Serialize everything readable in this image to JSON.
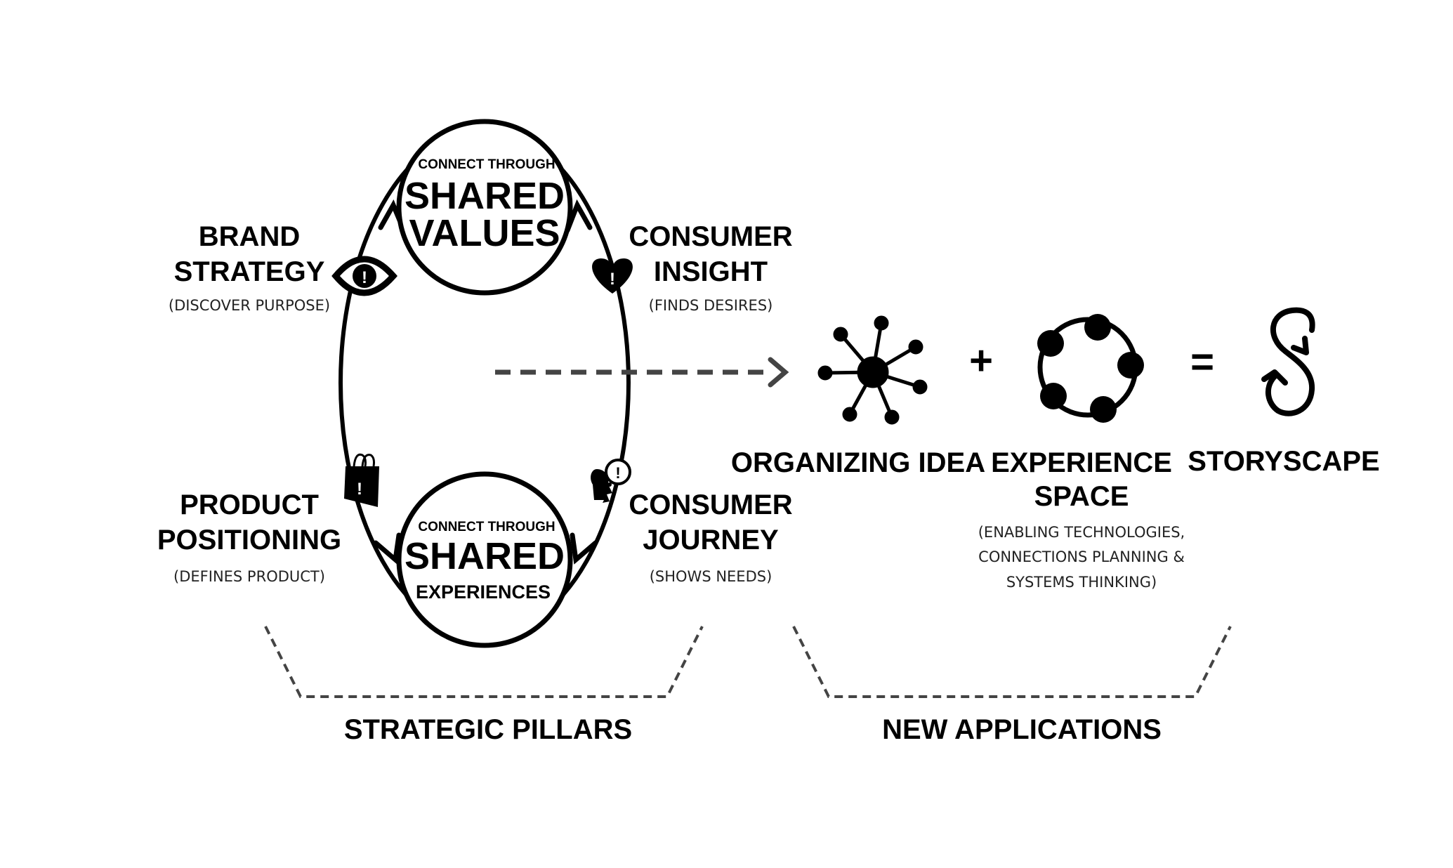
{
  "top_circle": {
    "line1": "CONNECT THROUGH",
    "line2": "SHARED",
    "line3": "VALUES"
  },
  "bottom_circle": {
    "line1": "CONNECT THROUGH",
    "line2": "SHARED",
    "line3": "EXPERIENCES"
  },
  "brand_strategy": {
    "line1": "BRAND",
    "line2": "STRATEGY",
    "sub": "(DISCOVER PURPOSE)"
  },
  "consumer_insight": {
    "line1": "CONSUMER",
    "line2": "INSIGHT",
    "sub": "(FINDS DESIRES)"
  },
  "product_positioning": {
    "line1": "PRODUCT",
    "line2": "POSITIONING",
    "sub": "(DEFINES PRODUCT)"
  },
  "consumer_journey": {
    "line1": "CONSUMER",
    "line2": "JOURNEY",
    "sub": "(SHOWS NEEDS)"
  },
  "organizing_idea": {
    "label": "ORGANIZING IDEA"
  },
  "experience_space": {
    "line1": "EXPERIENCE",
    "line2": "SPACE",
    "sub1": "(ENABLING TECHNOLOGIES,",
    "sub2": "CONNECTIONS PLANNING &",
    "sub3": "SYSTEMS THINKING)"
  },
  "storyscape": {
    "label": "STORYSCAPE"
  },
  "operators": {
    "plus": "+",
    "equals": "="
  },
  "brackets": {
    "left": "STRATEGIC PILLARS",
    "right": "NEW APPLICATIONS"
  },
  "badges": {
    "exclaim": "!"
  },
  "icons": [
    "eye-icon",
    "heart-icon",
    "shopping-bag-icon",
    "head-thought-icon",
    "network-hub-icon",
    "node-ring-icon",
    "storyscape-s-icon"
  ]
}
